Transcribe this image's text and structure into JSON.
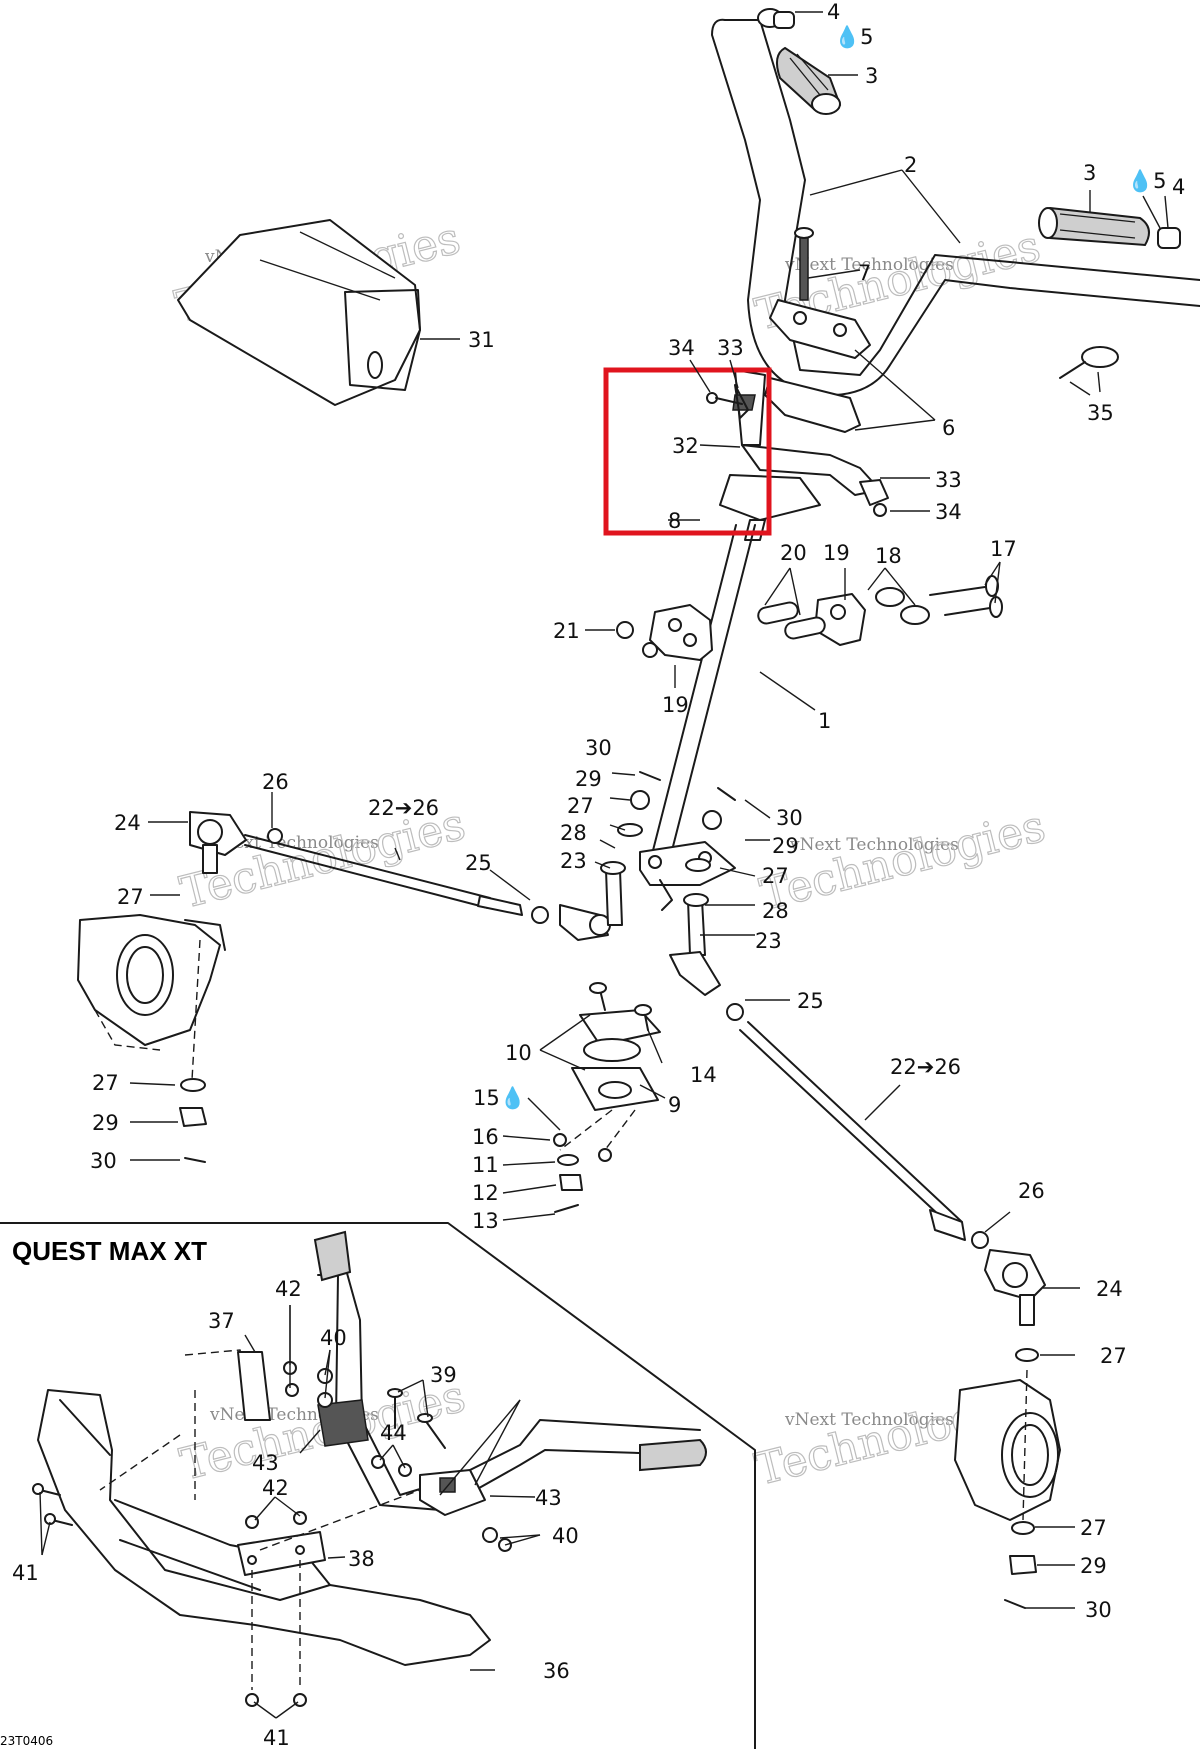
{
  "figure_id": "23T0406",
  "inset": {
    "title": "QUEST MAX XT"
  },
  "highlight": {
    "color": "#e0141e"
  },
  "watermark": {
    "line1": "vNext Technologies",
    "line2": "Technologies"
  },
  "callouts": {
    "c1": "1",
    "c2": "2",
    "c3a": "3",
    "c3b": "3",
    "c4a": "4",
    "c4b": "4",
    "c5a": "5",
    "c5b": "5",
    "c6": "6",
    "c7": "7",
    "c8": "8",
    "c9": "9",
    "c10": "10",
    "c11": "11",
    "c12": "12",
    "c13": "13",
    "c14": "14",
    "c15": "15",
    "c16": "16",
    "c17": "17",
    "c18": "18",
    "c19a": "19",
    "c19b": "19",
    "c20": "20",
    "c21": "21",
    "c22a": "22➔26",
    "c22b": "22➔26",
    "c23a": "23",
    "c23b": "23",
    "c24a": "24",
    "c24b": "24",
    "c25a": "25",
    "c25b": "25",
    "c26a": "26",
    "c26b": "26",
    "c27a": "27",
    "c27b": "27",
    "c27c": "27",
    "c27d": "27",
    "c27e": "27",
    "c27f": "27",
    "c28a": "28",
    "c28b": "28",
    "c29a": "29",
    "c29b": "29",
    "c29c": "29",
    "c29d": "29",
    "c30a": "30",
    "c30b": "30",
    "c30c": "30",
    "c30d": "30",
    "c31": "31",
    "c32": "32",
    "c33a": "33",
    "c33b": "33",
    "c34a": "34",
    "c34b": "34",
    "c35": "35",
    "c36": "36",
    "c37": "37",
    "c38": "38",
    "c39": "39",
    "c40a": "40",
    "c40b": "40",
    "c41a": "41",
    "c41b": "41",
    "c42a": "42",
    "c42b": "42",
    "c43a": "43",
    "c43b": "43",
    "c44": "44"
  }
}
